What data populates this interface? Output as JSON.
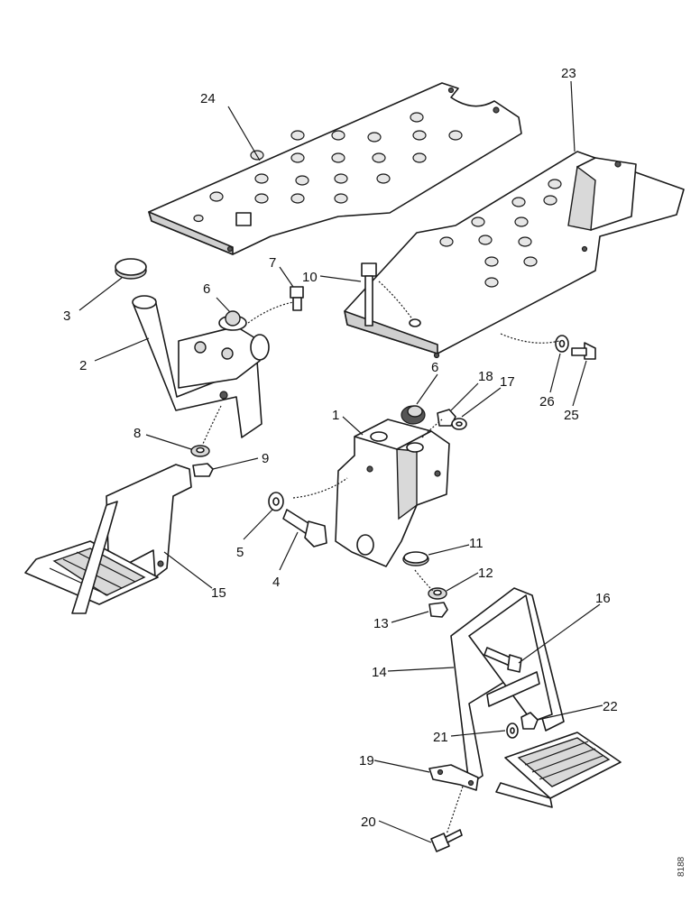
{
  "callouts": [
    {
      "id": "24",
      "label": "24"
    },
    {
      "id": "23",
      "label": "23"
    },
    {
      "id": "3",
      "label": "3"
    },
    {
      "id": "2",
      "label": "2"
    },
    {
      "id": "6a",
      "label": "6"
    },
    {
      "id": "7",
      "label": "7"
    },
    {
      "id": "10",
      "label": "10"
    },
    {
      "id": "8",
      "label": "8"
    },
    {
      "id": "9",
      "label": "9"
    },
    {
      "id": "6b",
      "label": "6"
    },
    {
      "id": "18",
      "label": "18"
    },
    {
      "id": "17",
      "label": "17"
    },
    {
      "id": "1",
      "label": "1"
    },
    {
      "id": "26",
      "label": "26"
    },
    {
      "id": "25",
      "label": "25"
    },
    {
      "id": "5",
      "label": "5"
    },
    {
      "id": "4",
      "label": "4"
    },
    {
      "id": "15",
      "label": "15"
    },
    {
      "id": "11",
      "label": "11"
    },
    {
      "id": "12",
      "label": "12"
    },
    {
      "id": "13",
      "label": "13"
    },
    {
      "id": "16",
      "label": "16"
    },
    {
      "id": "14",
      "label": "14"
    },
    {
      "id": "22",
      "label": "22"
    },
    {
      "id": "21",
      "label": "21"
    },
    {
      "id": "19",
      "label": "19"
    },
    {
      "id": "20",
      "label": "20"
    }
  ],
  "drawing_code": "8188"
}
